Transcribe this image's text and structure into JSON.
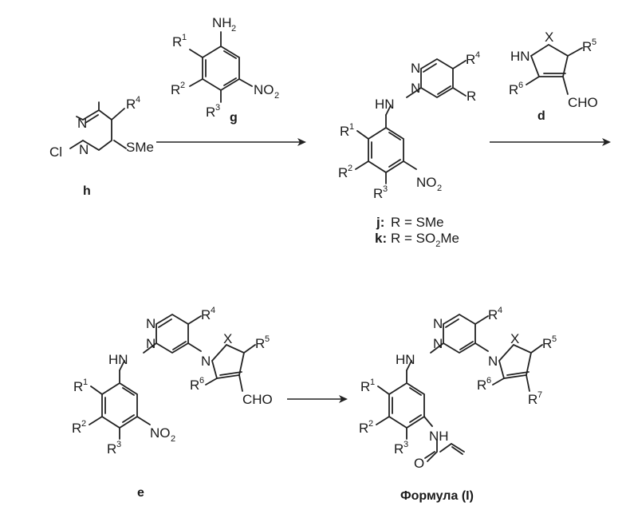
{
  "compounds": {
    "h": {
      "label": "h",
      "atoms": {
        "n_top": "N",
        "n_bot": "N",
        "cl": "Cl",
        "sme": "SMe",
        "r4": "R",
        "r4_sup": "4"
      }
    },
    "g": {
      "label": "g",
      "atoms": {
        "nh2": "NH",
        "nh2_sub": "2",
        "no2": "NO",
        "no2_sub": "2",
        "r1": "R",
        "r1_sup": "1",
        "r2": "R",
        "r2_sup": "2",
        "r3": "R",
        "r3_sup": "3"
      }
    },
    "jk": {
      "label_j": "j:",
      "formula_j": "R = SMe",
      "label_k": "k:",
      "formula_k_pre": "R = SO",
      "formula_k_sub": "2",
      "formula_k_post": "Me",
      "atoms": {
        "n1": "N",
        "n2": "N",
        "hn": "HN",
        "r": "R",
        "r4": "R",
        "r4_sup": "4",
        "r1": "R",
        "r1_sup": "1",
        "r2": "R",
        "r2_sup": "2",
        "r3": "R",
        "r3_sup": "3",
        "no2": "NO",
        "no2_sub": "2"
      }
    },
    "d": {
      "label": "d",
      "atoms": {
        "hn": "HN",
        "x": "X",
        "r5": "R",
        "r5_sup": "5",
        "r6": "R",
        "r6_sup": "6",
        "cho": "CHO"
      }
    },
    "e": {
      "label": "e",
      "atoms": {
        "n1": "N",
        "n2": "N",
        "hn": "HN",
        "npyr": "N",
        "x": "X",
        "r4": "R",
        "r4_sup": "4",
        "r5": "R",
        "r5_sup": "5",
        "r6": "R",
        "r6_sup": "6",
        "r1": "R",
        "r1_sup": "1",
        "r2": "R",
        "r2_sup": "2",
        "r3": "R",
        "r3_sup": "3",
        "no2": "NO",
        "no2_sub": "2",
        "cho": "CHO"
      }
    },
    "formula": {
      "label": "Формула (I)",
      "atoms": {
        "n1": "N",
        "n2": "N",
        "hn": "HN",
        "npyr": "N",
        "x": "X",
        "r4": "R",
        "r4_sup": "4",
        "r5": "R",
        "r5_sup": "5",
        "r6": "R",
        "r6_sup": "6",
        "r7": "R",
        "r7_sup": "7",
        "r1": "R",
        "r1_sup": "1",
        "r2": "R",
        "r2_sup": "2",
        "r3": "R",
        "r3_sup": "3",
        "nh": "NH",
        "o": "O"
      }
    }
  },
  "colors": {
    "ink": "#1a1a1a",
    "background": "#ffffff"
  }
}
